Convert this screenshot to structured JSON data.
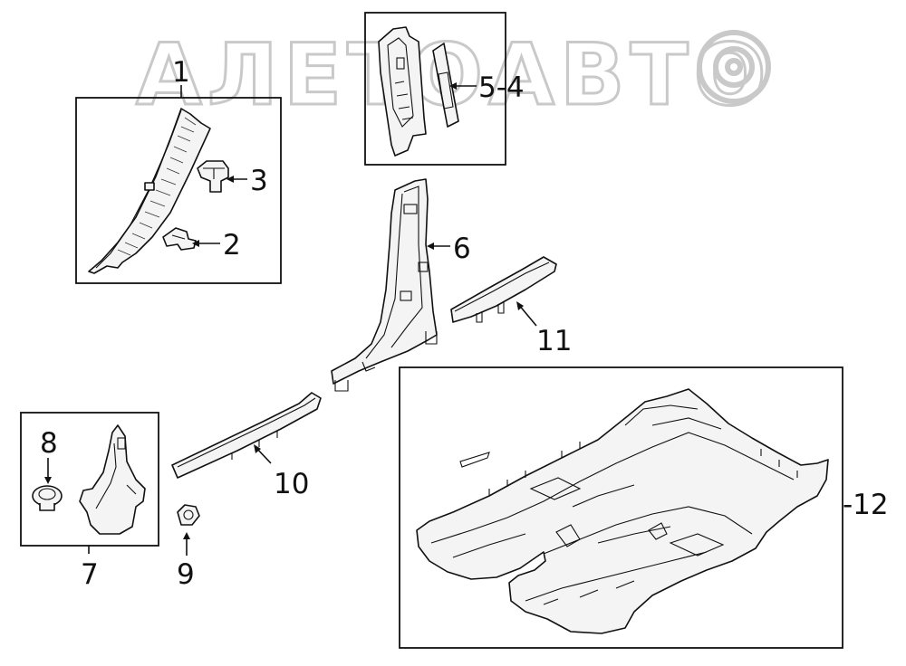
{
  "watermark": {
    "text": "АЛЕТОАВТО"
  },
  "callouts": {
    "c1": "1",
    "c2": "2",
    "c3": "3",
    "c4": "5-4",
    "c6": "6",
    "c7": "7",
    "c8": "8",
    "c9": "9",
    "c10": "10",
    "c11": "11",
    "c12": "-12"
  }
}
